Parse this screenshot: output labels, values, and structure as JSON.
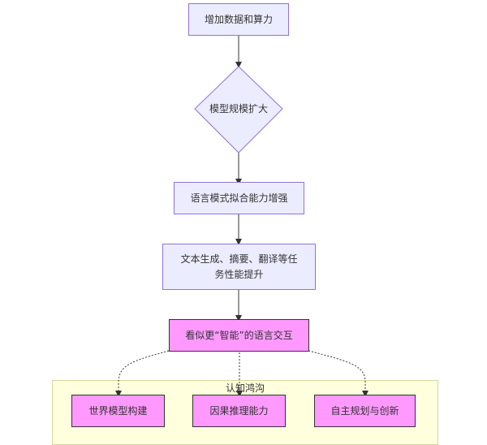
{
  "diagram": {
    "type": "flowchart",
    "nodes": {
      "n1": "增加数据和算力",
      "n2": "模型规模扩大",
      "n3": "语言模式拟合能力增强",
      "n4_line1": "文本生成、摘要、翻译等任",
      "n4_line2": "务性能提升",
      "n5": "看似更“智能”的语言交互",
      "g1": "世界模型构建",
      "g2": "因果推理能力",
      "g3": "自主规划与创新"
    },
    "cluster": {
      "title": "认知鸿沟"
    },
    "edges": [
      {
        "from": "n1",
        "to": "n2",
        "style": "solid"
      },
      {
        "from": "n2",
        "to": "n3",
        "style": "solid"
      },
      {
        "from": "n3",
        "to": "n4",
        "style": "solid"
      },
      {
        "from": "n4",
        "to": "n5",
        "style": "solid"
      },
      {
        "from": "n5",
        "to": "g1",
        "style": "dotted"
      },
      {
        "from": "n5",
        "to": "g2",
        "style": "dotted"
      },
      {
        "from": "n5",
        "to": "g3",
        "style": "dotted"
      }
    ],
    "colors": {
      "default_fill": "#ECECFF",
      "default_stroke": "#9370DB",
      "highlight_fill": "#FF99FF",
      "highlight_stroke": "#333333",
      "cluster_fill": "#FFFFDE",
      "edge": "#333333"
    }
  }
}
